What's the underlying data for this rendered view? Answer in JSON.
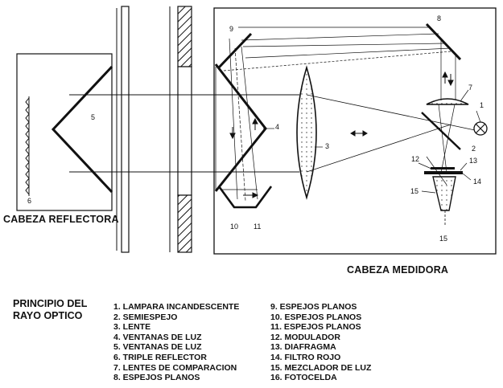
{
  "heads": {
    "reflector": "CABEZA REFLECTORA",
    "measuring": "CABEZA MEDIDORA"
  },
  "title": {
    "line1": "PRINCIPIO DEL",
    "line2": "RAYO OPTICO"
  },
  "legend_left": [
    "1. LAMPARA INCANDESCENTE",
    "2. SEMIESPEJO",
    "3. LENTE",
    "4. VENTANAS DE LUZ",
    "5. VENTANAS DE LUZ",
    "6. TRIPLE REFLECTOR",
    "7. LENTES DE COMPARACION",
    "8. ESPEJOS PLANOS"
  ],
  "legend_right": [
    "9. ESPEJOS PLANOS",
    "10. ESPEJOS PLANOS",
    "11. ESPEJOS PLANOS",
    "12. MODULADOR",
    "13. DIAFRAGMA",
    "14. FILTRO ROJO",
    "15. MEZCLADOR DE LUZ",
    "16. FOTOCELDA"
  ],
  "callouts": {
    "n1": "1",
    "n2": "2",
    "n3": "3",
    "n4": "4",
    "n5": "5",
    "n6": "6",
    "n7": "7",
    "n8": "8",
    "n9": "9",
    "n10": "10",
    "n11": "11",
    "n12": "12",
    "n13": "13",
    "n14": "14",
    "n15a": "15",
    "n15b": "15"
  }
}
